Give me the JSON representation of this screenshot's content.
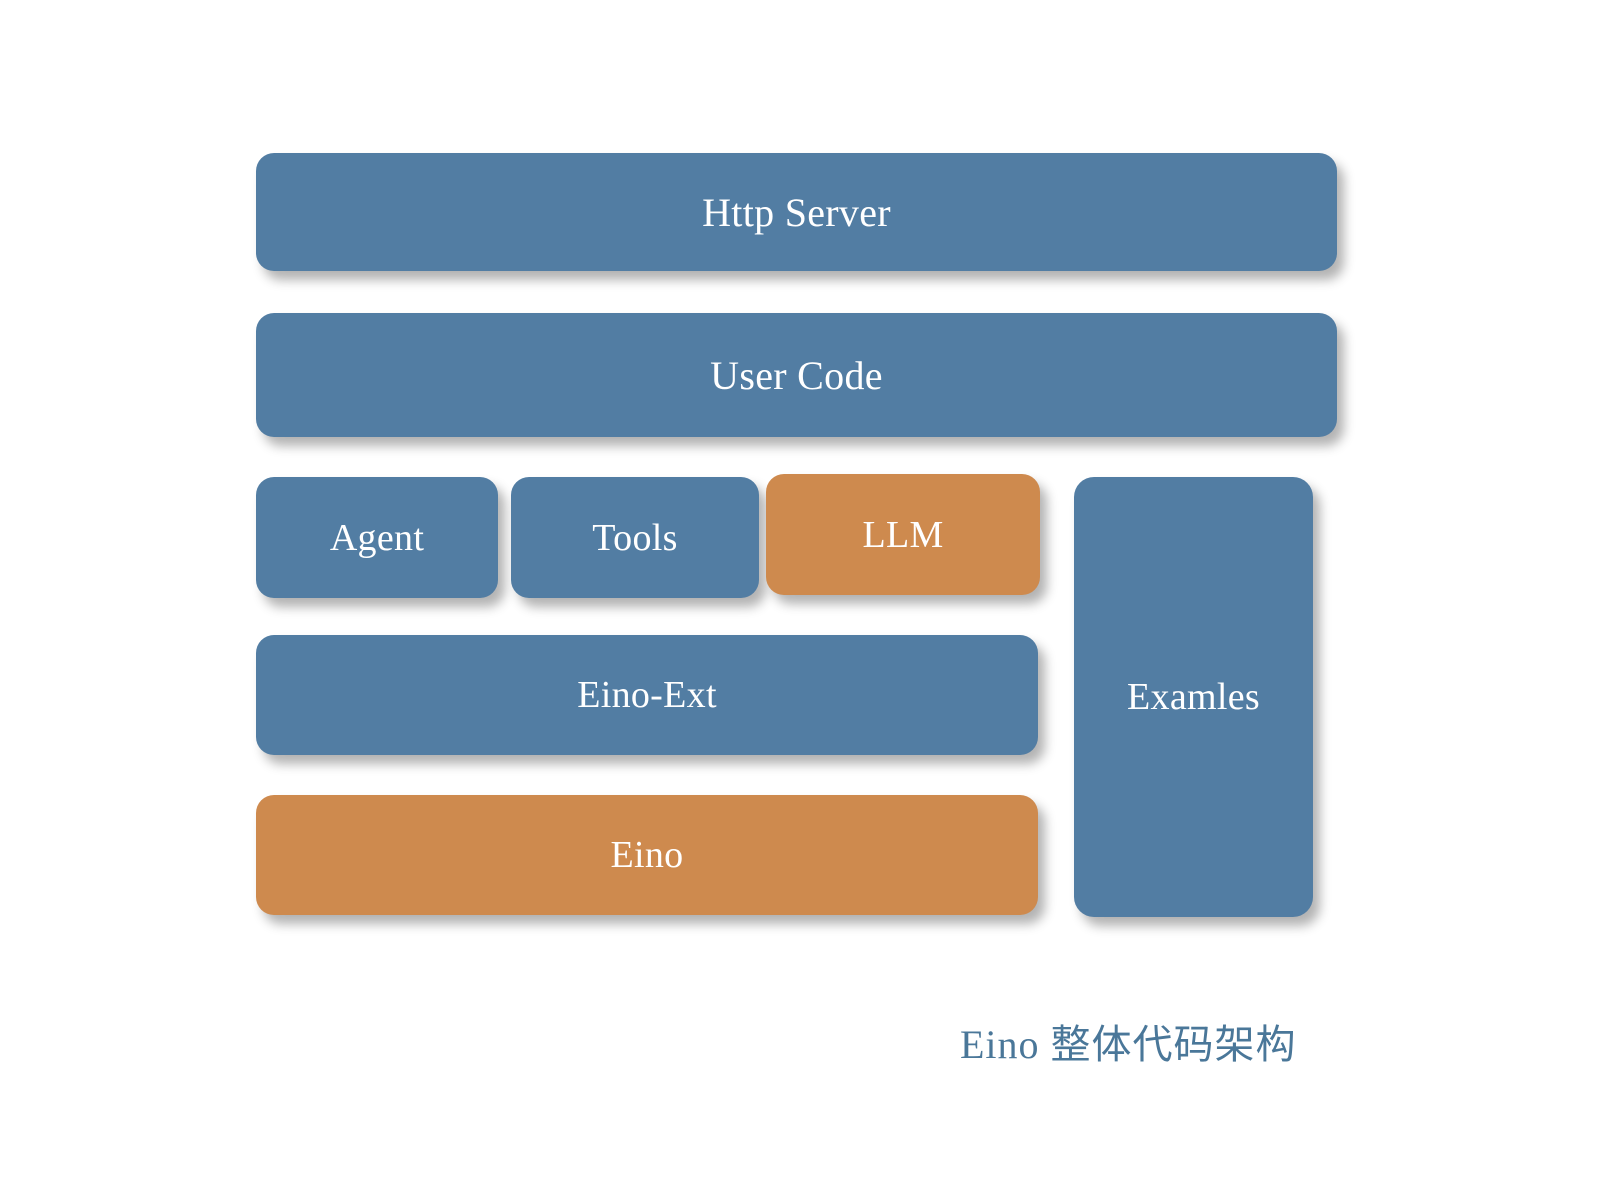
{
  "diagram": {
    "title": "Eino 整体代码架构",
    "caption": "Eino 整体代码架构",
    "colors": {
      "blue": "#527DA3",
      "orange": "#CE8A4E",
      "background": "#FFFFFF",
      "caption_text": "#4A7799",
      "node_text": "#FFFFFF"
    },
    "layers": [
      {
        "id": "http-server",
        "label": "Http Server",
        "color": "blue",
        "row": 1
      },
      {
        "id": "user-code",
        "label": "User Code",
        "color": "blue",
        "row": 2
      },
      {
        "id": "agent",
        "label": "Agent",
        "color": "blue",
        "row": 3
      },
      {
        "id": "tools",
        "label": "Tools",
        "color": "blue",
        "row": 3
      },
      {
        "id": "llm",
        "label": "LLM",
        "color": "orange",
        "row": 3
      },
      {
        "id": "eino-ext",
        "label": "Eino-Ext",
        "color": "blue",
        "row": 4
      },
      {
        "id": "eino",
        "label": "Eino",
        "color": "orange",
        "row": 5
      },
      {
        "id": "examples",
        "label": "Examles",
        "color": "blue",
        "row": "3-5 right column"
      }
    ]
  }
}
